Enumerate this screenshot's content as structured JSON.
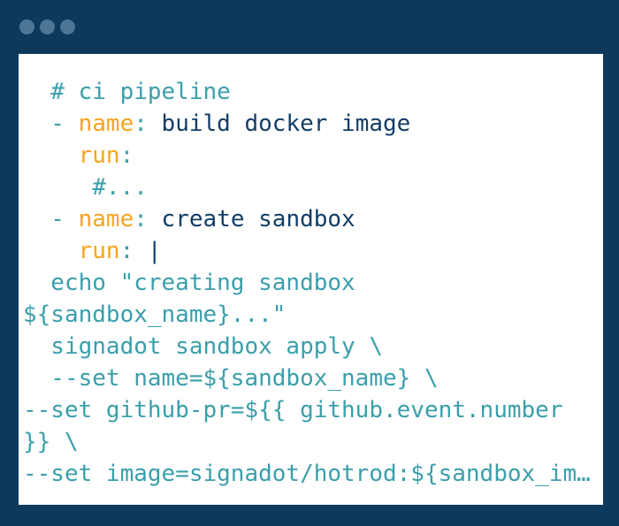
{
  "window": {
    "controls": {
      "count": 3,
      "style": "circle"
    }
  },
  "colors": {
    "frame_navy": "#0d3a5c",
    "control_dot": "#4d7596",
    "panel_background": "#ffffff",
    "code_teal": "#3a9fab",
    "code_orange": "#f7a41e",
    "code_navy": "#123d66"
  },
  "code": {
    "language": "yaml",
    "lines": [
      {
        "segments": [
          {
            "color": "teal",
            "text": "  # ci pipeline"
          }
        ]
      },
      {
        "segments": [
          {
            "color": "teal",
            "text": "  - "
          },
          {
            "color": "orange",
            "text": "name"
          },
          {
            "color": "teal",
            "text": ":"
          },
          {
            "color": "navy",
            "text": " build docker image"
          }
        ]
      },
      {
        "segments": [
          {
            "color": "orange",
            "text": "    run"
          },
          {
            "color": "teal",
            "text": ":"
          }
        ]
      },
      {
        "segments": [
          {
            "color": "teal",
            "text": "     #..."
          }
        ]
      },
      {
        "segments": [
          {
            "color": "teal",
            "text": "  - "
          },
          {
            "color": "orange",
            "text": "name"
          },
          {
            "color": "teal",
            "text": ":"
          },
          {
            "color": "navy",
            "text": " create sandbox"
          }
        ]
      },
      {
        "segments": [
          {
            "color": "orange",
            "text": "    run"
          },
          {
            "color": "teal",
            "text": ":"
          },
          {
            "color": "navy",
            "text": " |"
          }
        ]
      },
      {
        "segments": [
          {
            "color": "teal",
            "text": "  echo \"creating sandbox"
          }
        ]
      },
      {
        "segments": [
          {
            "color": "teal",
            "text": "${sandbox_name}...\""
          }
        ]
      },
      {
        "segments": [
          {
            "color": "teal",
            "text": "  signadot sandbox apply \\"
          }
        ]
      },
      {
        "segments": [
          {
            "color": "teal",
            "text": "  --set name=${sandbox_name} \\"
          }
        ]
      },
      {
        "segments": [
          {
            "color": "teal",
            "text": "--set github-pr=${{ github.event.number"
          }
        ]
      },
      {
        "segments": [
          {
            "color": "teal",
            "text": "}} \\"
          }
        ]
      },
      {
        "segments": [
          {
            "color": "teal",
            "text": "--set image=signadot/hotrod:${sandbox_im…"
          }
        ]
      }
    ]
  }
}
